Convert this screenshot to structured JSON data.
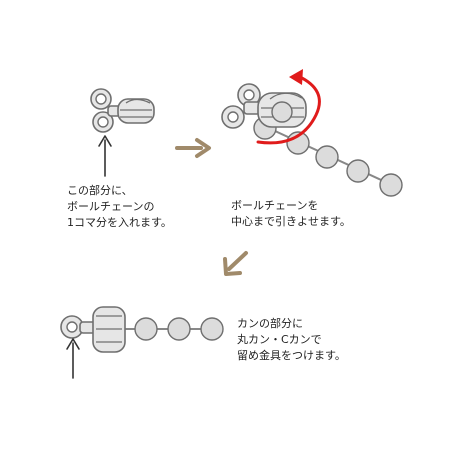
{
  "colors": {
    "metal_fill": "#e6e6e6",
    "metal_stroke": "#6f6f6f",
    "ball_fill": "#dcdcdc",
    "chain_line": "#888888",
    "step_arrow": "#a08a6a",
    "rotation_arrow": "#e01b1b",
    "pointer_arrow": "#333333",
    "text": "#222222"
  },
  "steps": [
    {
      "lines": [
        "この部分に、",
        "ボールチェーンの",
        "1コマ分を入れます。"
      ]
    },
    {
      "lines": [
        "ボールチェーンを",
        "中心まで引きよせます。"
      ]
    },
    {
      "lines": [
        "カンの部分に",
        "丸カン・Cカンで",
        "留め金具をつけます。"
      ]
    }
  ],
  "icons": {
    "step_arrow": "right-arrow-icon",
    "step_arrow_2": "down-left-arrow-icon",
    "rotate": "rotate-arrow-icon",
    "pointer": "up-arrow-icon"
  }
}
